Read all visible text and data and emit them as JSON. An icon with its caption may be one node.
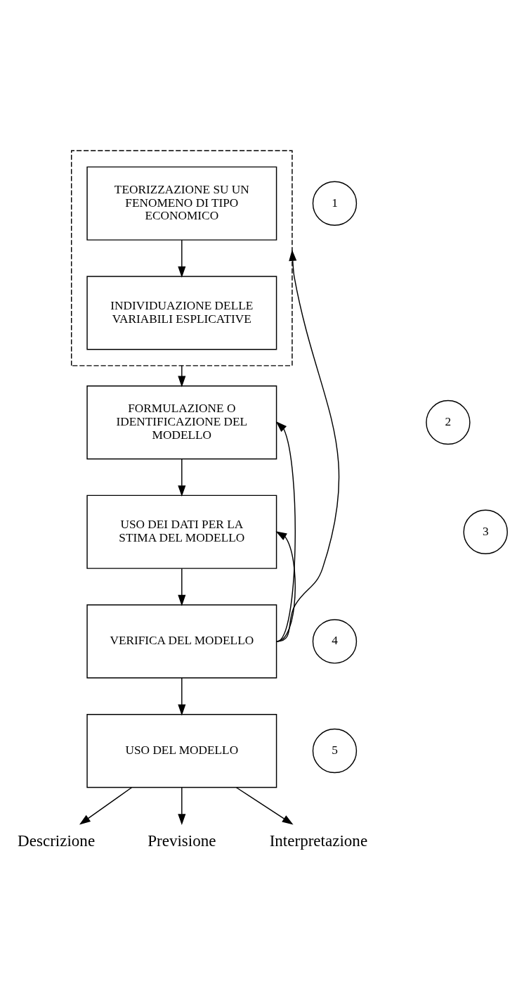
{
  "diagram": {
    "nodes": [
      {
        "text": [],
        "shape": "box"
      },
      {
        "text": [
          "1"
        ]
      },
      {
        "text": [
          "TEORIZZAZIONE SU UN FENOMENO DI TIPO ECONOMICO"
        ],
        "in": 0
      },
      {
        "text": [
          "INDIVIDUAZIONE DELLE VARIABILI ESPLICATIVE"
        ],
        "in": 0
      },
      {
        "text": [
          "2"
        ]
      },
      {
        "text": [
          "FORMULAZIONE O IDENTIFICAZIONE DEL MODELLO"
        ]
      },
      {
        "text": [
          "3"
        ]
      },
      {
        "text": [
          "USO DEI DATI PER LA STIMA DEL MODELLO"
        ]
      },
      {
        "text": [
          "4"
        ]
      },
      {
        "text": [
          "VERIFICA DEL MODELLO"
        ]
      },
      {
        "text": [
          "5"
        ]
      },
      {
        "text": [
          "USO DEL MODELLO"
        ]
      },
      {
        "text": [
          "Descrizione"
        ]
      },
      {
        "text": [
          "Previsione"
        ]
      },
      {
        "text": [
          "Interpretazione"
        ]
      }
    ],
    "edges": [
      {
        "from": 2,
        "to": 3,
        "arrow": "to"
      },
      {
        "from": 0,
        "to": 5,
        "arrow": "to"
      },
      {
        "from": 5,
        "to": 7,
        "arrow": "to"
      },
      {
        "from": 7,
        "to": 9,
        "arrow": "to"
      },
      {
        "from": 9,
        "to": 11,
        "arrow": "to"
      },
      {
        "from": 9,
        "to": 0,
        "arrow": "to"
      },
      {
        "from": 9,
        "to": 5,
        "arrow": "to"
      },
      {
        "from": 9,
        "to": 7,
        "arrow": "to"
      },
      {
        "from": 11,
        "to": 12,
        "arrow": "to"
      },
      {
        "from": 11,
        "to": 13,
        "arrow": "to"
      },
      {
        "from": 11,
        "to": 14,
        "arrow": "to"
      }
    ]
  }
}
